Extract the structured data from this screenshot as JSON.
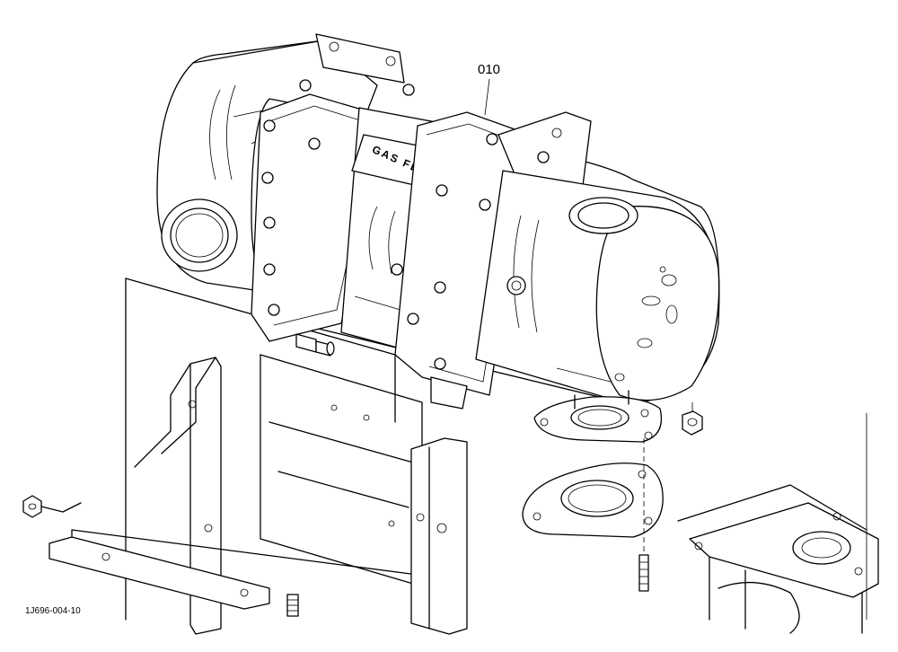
{
  "diagram": {
    "callout_number": "010",
    "gas_flow_stamp": "GAS FLOW",
    "figure_code": "1J696-004-10"
  }
}
